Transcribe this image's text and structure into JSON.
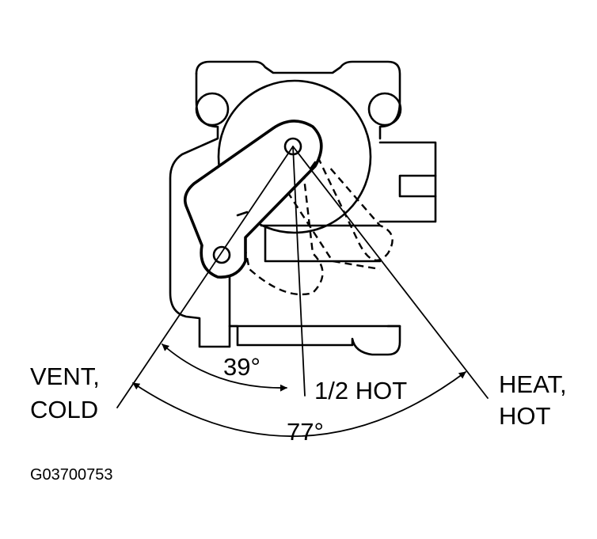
{
  "labels": {
    "vent_cold_line1": "VENT,",
    "vent_cold_line2": "COLD",
    "half_hot": "1/2 HOT",
    "heat_hot_line1": "HEAT,",
    "heat_hot_line2": "HOT",
    "angle_small": "39°",
    "angle_large": "77°",
    "figure_code": "G03700753"
  }
}
